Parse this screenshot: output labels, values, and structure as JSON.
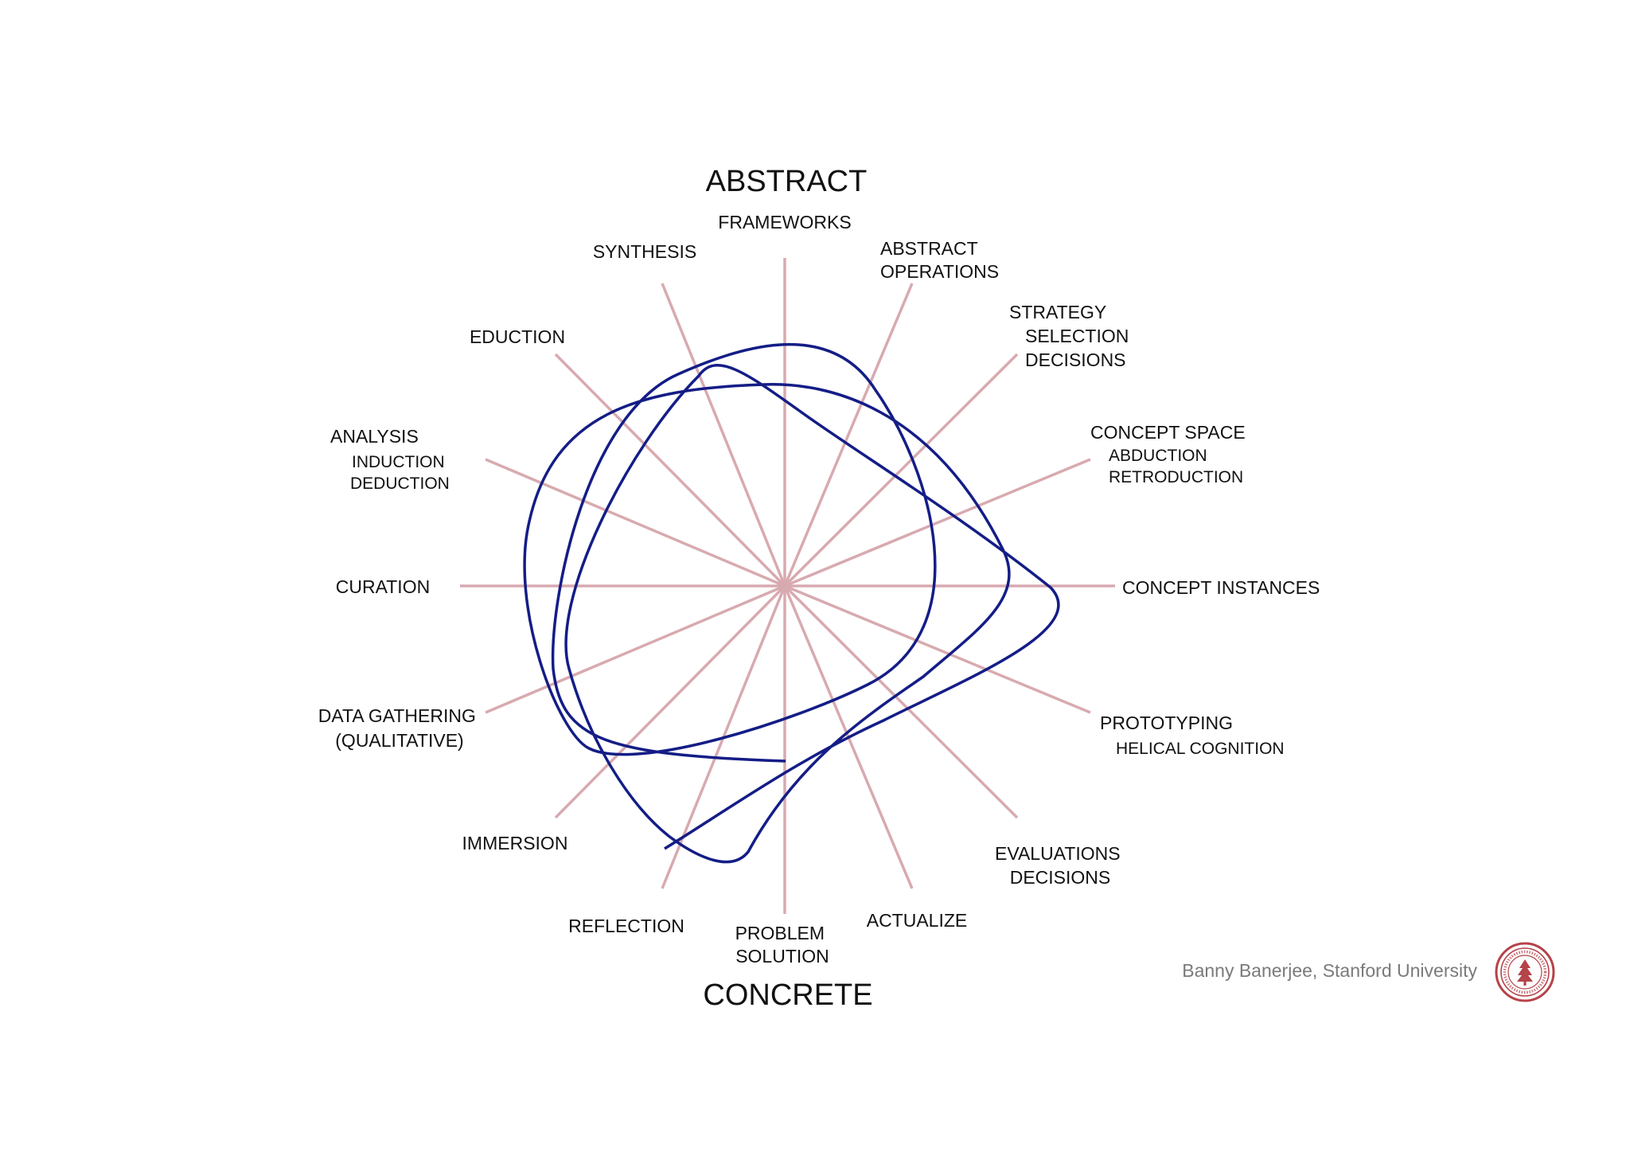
{
  "poles": {
    "top": "ABSTRACT",
    "bottom": "CONCRETE"
  },
  "labels": {
    "frameworks": "FRAMEWORKS",
    "abstract_operations": [
      "ABSTRACT",
      "OPERATIONS"
    ],
    "strategy": [
      "STRATEGY",
      "SELECTION",
      "DECISIONS"
    ],
    "concept_space": [
      "CONCEPT SPACE",
      "ABDUCTION",
      "RETRODUCTION"
    ],
    "concept_instances": "CONCEPT INSTANCES",
    "prototyping": [
      "PROTOTYPING",
      "HELICAL COGNITION"
    ],
    "evaluations": [
      "EVALUATIONS",
      "DECISIONS"
    ],
    "actualize": "ACTUALIZE",
    "problem_solution": [
      "PROBLEM",
      "SOLUTION"
    ],
    "reflection": "REFLECTION",
    "immersion": "IMMERSION",
    "data_gathering": [
      "DATA GATHERING",
      "(QUALITATIVE)"
    ],
    "curation": "CURATION",
    "analysis": [
      "ANALYSIS",
      "INDUCTION",
      "DEDUCTION"
    ],
    "eduction": "EDUCTION",
    "synthesis": "SYNTHESIS"
  },
  "credit": "Banny Banerjee, Stanford University",
  "colors": {
    "spokes": "#d8aab0",
    "curve": "#141d86",
    "credit": "#7a7a7a",
    "seal": "#b5434a"
  }
}
